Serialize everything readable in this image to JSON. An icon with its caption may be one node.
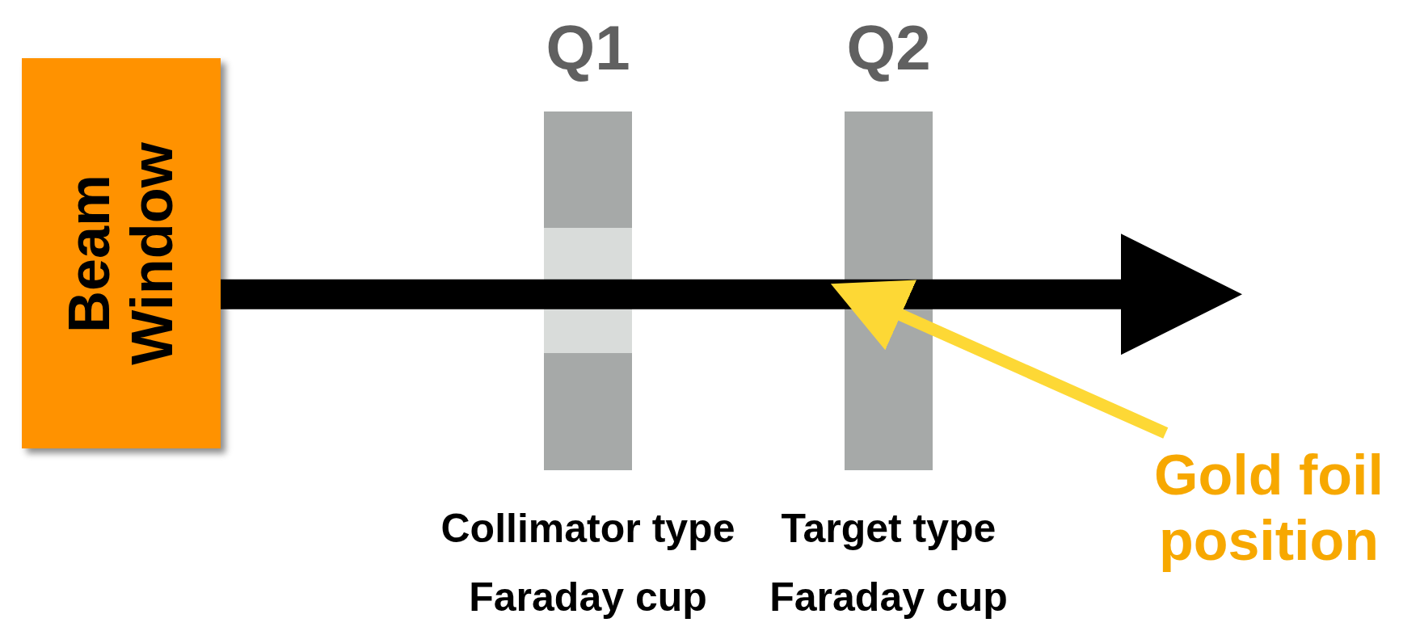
{
  "diagram": {
    "nodes": [
      {
        "text": [
          "Beam Window"
        ]
      },
      {
        "text": [
          "Q1"
        ],
        "beside": [
          "Collimator type Faraday cup"
        ]
      },
      {
        "text": [
          "Q2"
        ],
        "beside": [
          "Target type Faraday cup"
        ]
      },
      {
        "text": [
          "Gold foil position"
        ]
      }
    ],
    "edges": [
      {
        "from": 0,
        "to": null,
        "arrow": "to",
        "style": "thick"
      },
      {
        "from": 3,
        "to": 2,
        "arrow": "to",
        "color": "#fdd835"
      }
    ]
  }
}
